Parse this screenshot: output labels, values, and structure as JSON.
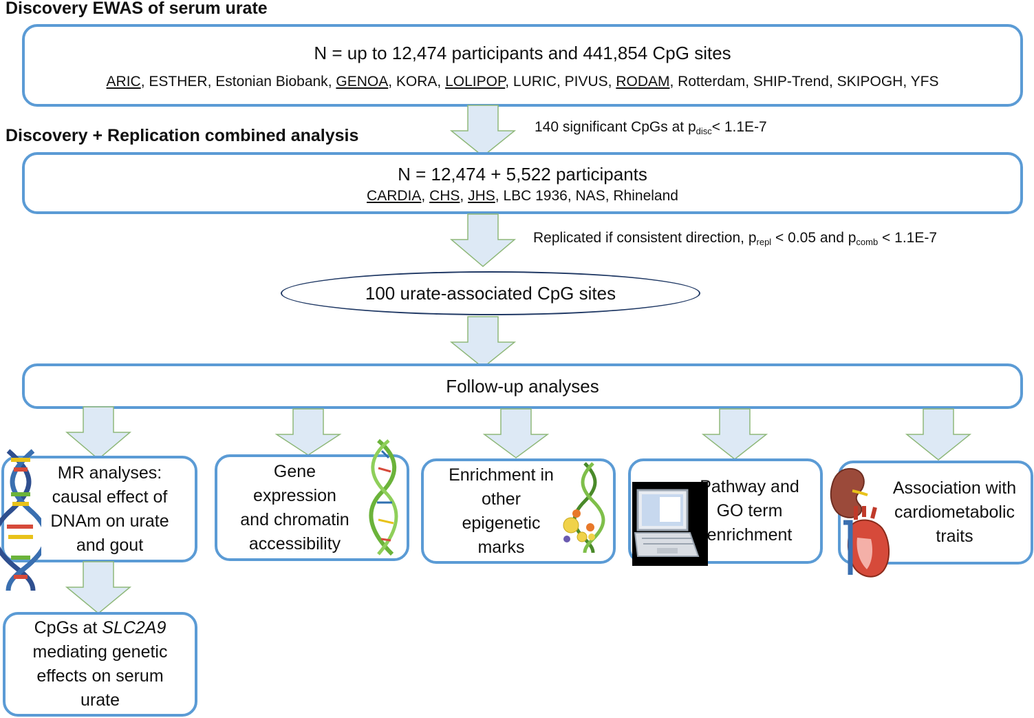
{
  "discovery": {
    "heading": "Discovery EWAS of serum urate",
    "n_line": "N = up to 12,474 participants and 441,854 CpG sites",
    "cohorts": [
      {
        "name": "ARIC",
        "underline": true
      },
      {
        "name": "ESTHER",
        "underline": false
      },
      {
        "name": "Estonian Biobank",
        "underline": false
      },
      {
        "name": "GENOA",
        "underline": true
      },
      {
        "name": "KORA",
        "underline": false
      },
      {
        "name": "LOLIPOP",
        "underline": true
      },
      {
        "name": "LURIC",
        "underline": false
      },
      {
        "name": "PIVUS",
        "underline": false
      },
      {
        "name": "RODAM",
        "underline": true
      },
      {
        "name": "Rotterdam",
        "underline": false
      },
      {
        "name": "SHIP-Trend",
        "underline": false
      },
      {
        "name": "SKIPOGH",
        "underline": false
      },
      {
        "name": "YFS",
        "underline": false
      }
    ]
  },
  "threshold1": {
    "pre": "140 significant CpGs at p",
    "sub": "disc",
    "post": "< 1.1E-7"
  },
  "combined": {
    "heading": "Discovery + Replication combined analysis",
    "n_line": "N = 12,474 + 5,522 participants",
    "cohorts": [
      {
        "name": "CARDIA",
        "underline": true
      },
      {
        "name": "CHS",
        "underline": true
      },
      {
        "name": "JHS",
        "underline": true
      },
      {
        "name": "LBC 1936",
        "underline": false
      },
      {
        "name": "NAS",
        "underline": false
      },
      {
        "name": "Rhineland",
        "underline": false
      }
    ]
  },
  "threshold2": {
    "pre": "Replicated if consistent direction, p",
    "sub1": "repl",
    "mid": " < 0.05 and p",
    "sub2": "comb",
    "post": " < 1.1E-7"
  },
  "result_label": "100 urate-associated CpG sites",
  "followup_label": "Follow-up analyses",
  "followups": {
    "mr": [
      "MR analyses:",
      "causal effect of",
      "DNAm on urate",
      "and gout"
    ],
    "gene": [
      "Gene",
      "expression",
      "and chromatin",
      "accessibility"
    ],
    "enrich": [
      "Enrichment in",
      "other",
      "epigenetic",
      "marks"
    ],
    "pathway": [
      "Pathway and",
      "GO term",
      "enrichment"
    ],
    "assoc": [
      "Association with",
      "cardiometabolic",
      "traits"
    ]
  },
  "mediation": {
    "pre": "CpGs at ",
    "gene": "SLC2A9",
    "lines": [
      "mediating genetic",
      "effects on serum",
      "urate"
    ]
  },
  "colors": {
    "border": "#5b9bd5",
    "arrow_fill": "#dde9f5",
    "arrow_stroke": "#8fb87a"
  },
  "icons": [
    "dna-helix-icon",
    "dna-ribbon-icon",
    "molecules-icon",
    "laptop-icon",
    "kidney-icon",
    "heart-icon"
  ]
}
